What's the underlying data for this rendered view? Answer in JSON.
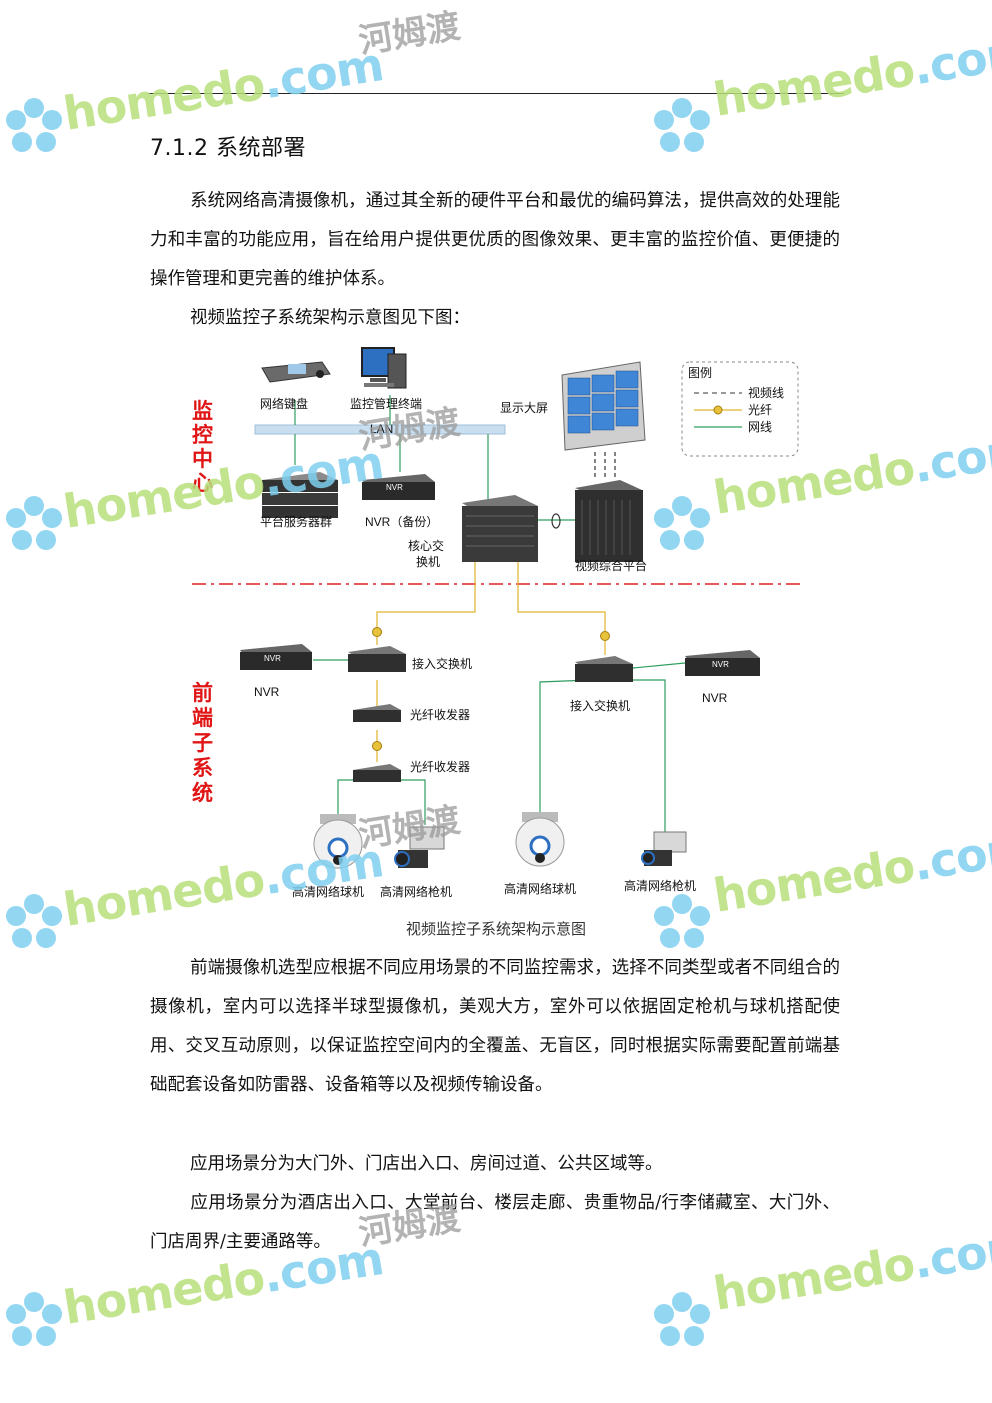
{
  "section": {
    "heading": "7.1.2 系统部署"
  },
  "paragraphs": {
    "p1": "系统网络高清摄像机，通过其全新的硬件平台和最优的编码算法，提供高效的处理能力和丰富的功能应用，旨在给用户提供更优质的图像效果、更丰富的监控价值、更便捷的操作管理和更完善的维护体系。",
    "p2": "视频监控子系统架构示意图见下图：",
    "p3": "前端摄像机选型应根据不同应用场景的不同监控需求，选择不同类型或者不同组合的摄像机，室内可以选择半球型摄像机，美观大方，室外可以依据固定枪机与球机搭配使用、交叉互动原则，以保证监控空间内的全覆盖、无盲区，同时根据实际需要配置前端基础配套设备如防雷器、设备箱等以及视频传输设备。",
    "p4": "应用场景分为大门外、门店出入口、房间过道、公共区域等。",
    "p5": "应用场景分为酒店出入口、大堂前台、楼层走廊、贵重物品/行李储藏室、大门外、门店周界/主要通路等。"
  },
  "diagram": {
    "caption": "视频监控子系统架构示意图",
    "zone_center": "监控中心",
    "zone_front": "前端子系统",
    "labels": {
      "keyboard": "网络键盘",
      "terminal": "监控管理终端",
      "lan": "LAN",
      "videowall": "显示大屏",
      "servers": "平台服务器群",
      "nvr_backup": "NVR（备份）",
      "core_switch_1": "核心交",
      "core_switch_2": "换机",
      "video_platform": "视频综合平台",
      "access_switch_left": "接入交换机",
      "access_switch_right": "接入交换机",
      "nvr_left": "NVR",
      "nvr_right": "NVR",
      "transceiver_1": "光纤收发器",
      "transceiver_2": "光纤收发器",
      "dome_1": "高清网络球机",
      "bullet_1": "高清网络枪机",
      "dome_2": "高清网络球机",
      "bullet_2": "高清网络枪机",
      "device_nvr": "NVR"
    },
    "legend": {
      "title": "图例",
      "video_line": "视频线",
      "fiber": "光纤",
      "network": "网线"
    },
    "colors": {
      "video_line": "#333333",
      "fiber": "#e0b52a",
      "network": "#2e9e5e",
      "zone_label": "#e01515",
      "divider": "#e02020",
      "lan_bar": "#c9dff0"
    }
  },
  "watermark": {
    "brand": "homedo",
    "tld": ".com",
    "cn": "河姆渡"
  }
}
